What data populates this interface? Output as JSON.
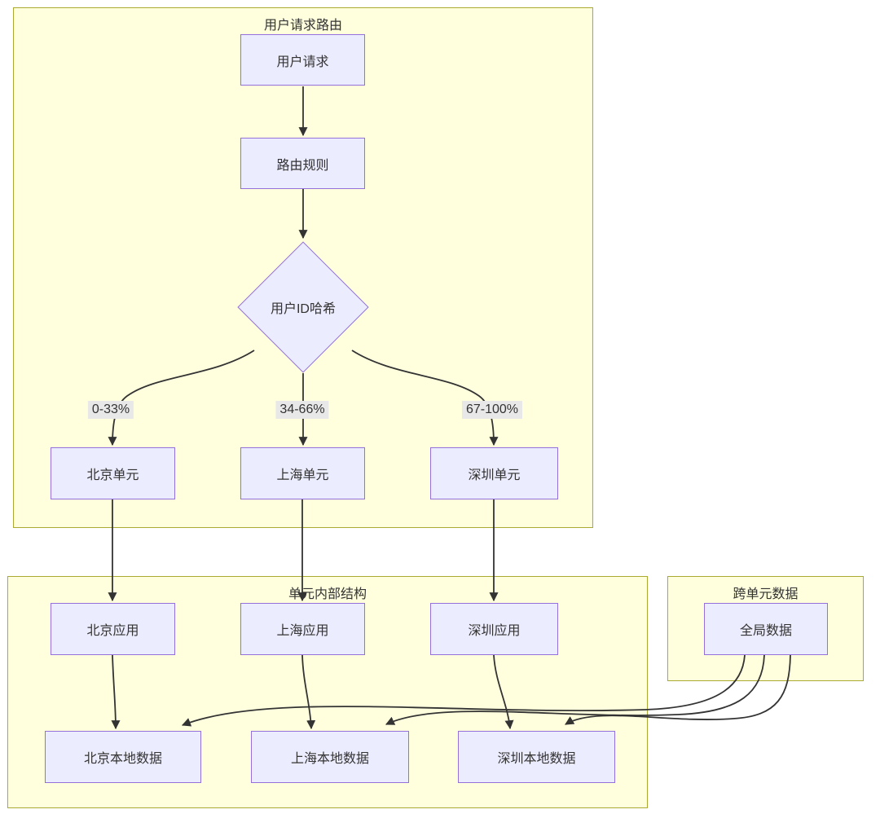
{
  "diagram_type": "flowchart",
  "subgraphs": {
    "routing": "用户请求路由",
    "internal": "单元内部结构",
    "cross": "跨单元数据"
  },
  "nodes": {
    "user_request": "用户请求",
    "routing_rules": "路由规则",
    "user_id_hash": "用户ID哈希",
    "beijing_unit": "北京单元",
    "shanghai_unit": "上海单元",
    "shenzhen_unit": "深圳单元",
    "beijing_app": "北京应用",
    "shanghai_app": "上海应用",
    "shenzhen_app": "深圳应用",
    "global_data": "全局数据",
    "beijing_local": "北京本地数据",
    "shanghai_local": "上海本地数据",
    "shenzhen_local": "深圳本地数据"
  },
  "edge_labels": {
    "range_low": "0-33%",
    "range_mid": "34-66%",
    "range_high": "67-100%"
  },
  "colors": {
    "node_fill": "#ECECFF",
    "node_border": "#9370DB",
    "cluster_fill": "#FFFFDE",
    "cluster_border": "#AAAA33",
    "edge_stroke": "#333333",
    "edge_label_bg": "#E8E8E8",
    "text": "#333333"
  }
}
